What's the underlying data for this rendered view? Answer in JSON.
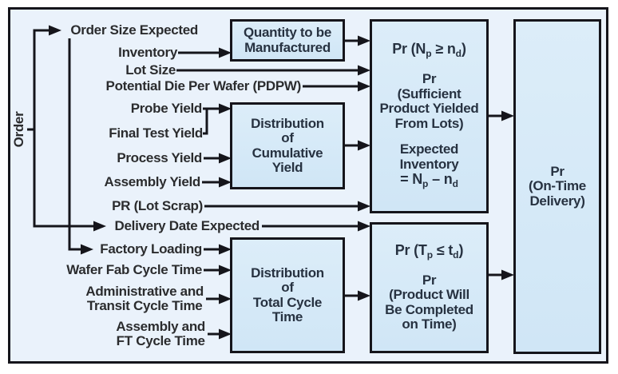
{
  "colors": {
    "canvas": "#eaf2fb",
    "box_top": "#dcedf9",
    "box_bottom": "#d0e6f6",
    "line": "#15151b",
    "text": "#273241",
    "label": "#2b2c2e"
  },
  "order_label": "Order",
  "inputs": {
    "order_size": "Order Size Expected",
    "inventory": "Inventory",
    "lot_size": "Lot Size",
    "pdpw": "Potential Die Per Wafer (PDPW)",
    "probe_yield": "Probe Yield",
    "final_test_yield": "Final Test Yield",
    "process_yield": "Process Yield",
    "assembly_yield": "Assembly Yield",
    "pr_lot_scrap": "PR (Lot Scrap)",
    "delivery_date": "Delivery Date Expected",
    "factory_loading": "Factory Loading",
    "wafer_fab_ct": "Wafer Fab Cycle Time",
    "admin_transit_ct": {
      "line1": "Administrative and",
      "line2": "Transit Cycle Time"
    },
    "assembly_ft_ct": {
      "line1": "Assembly and",
      "line2": "FT Cycle Time"
    }
  },
  "boxes": {
    "quantity": {
      "line1": "Quantity to be",
      "line2": "Manufactured"
    },
    "cum_yield": {
      "line1": "Distribution",
      "line2": "of",
      "line3": "Cumulative",
      "line4": "Yield"
    },
    "total_cycle": {
      "line1": "Distribution",
      "line2": "of",
      "line3": "Total Cycle",
      "line4": "Time"
    },
    "sufficient_product": {
      "formula": {
        "pre": "Pr (N",
        "sub1": "p",
        "mid": " ≥ n",
        "sub2": "d",
        "post": ")"
      },
      "pr": "Pr",
      "l1": "(Sufficient",
      "l2": "Product Yielded",
      "l3": "From Lots)",
      "l4": "Expected",
      "l5": "Inventory",
      "inv_formula": {
        "pre": "= N",
        "sub1": "p",
        "mid": " – n",
        "sub2": "d",
        "post": ""
      }
    },
    "on_time_completion": {
      "formula": {
        "pre": "Pr (T",
        "sub1": "p",
        "mid": " ≤ t",
        "sub2": "d",
        "post": ")"
      },
      "pr": "Pr",
      "l1": "(Product Will",
      "l2": "Be Completed",
      "l3": "on Time)"
    },
    "on_time_delivery": {
      "l1": "Pr",
      "l2": "(On-Time",
      "l3": "Delivery)"
    }
  }
}
